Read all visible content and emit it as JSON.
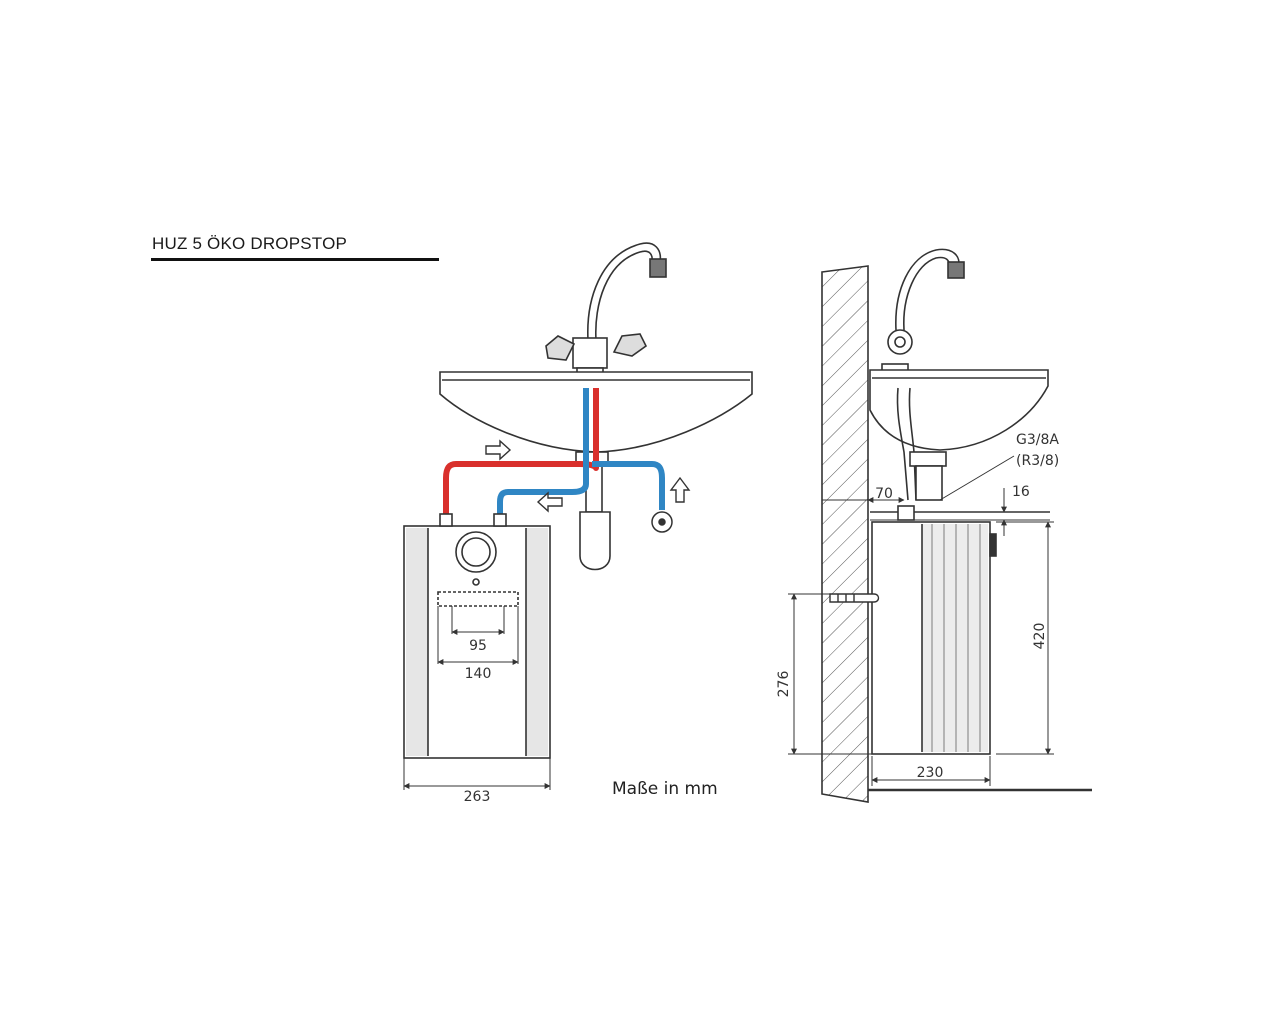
{
  "title": "HUZ 5 ÖKO DROPSTOP",
  "units_note": "Maße in mm",
  "front_view": {
    "dim_width": "263",
    "dim_bracket_outer": "140",
    "dim_bracket_inner": "95"
  },
  "side_view": {
    "dim_wall_offset": "70",
    "dim_gap": "16",
    "dim_height": "420",
    "dim_mount_height": "276",
    "dim_depth": "230",
    "thread_label": "G3/8A",
    "thread_label_alt": "(R3/8)"
  },
  "colors": {
    "hot_pipe": "#d9302c",
    "cold_pipe": "#2f86c4",
    "line": "#333333"
  }
}
